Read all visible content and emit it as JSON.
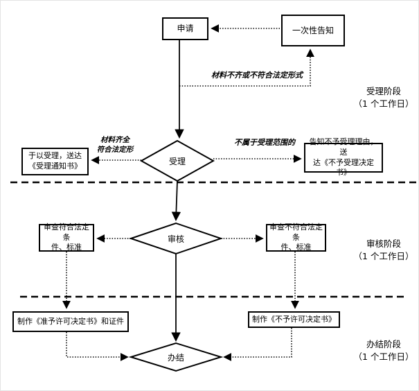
{
  "diagram": {
    "nodes": {
      "apply": {
        "label": "申请"
      },
      "one_time_notice": {
        "label": "一次性告知"
      },
      "accept": {
        "label": "受理"
      },
      "accept_grant": {
        "label": "于以受理，送达\n《受理通知书》"
      },
      "accept_reject": {
        "label": "告知不予受理理由，送\n达《不予受理决定书》"
      },
      "review": {
        "label": "审核"
      },
      "review_pass": {
        "label": "审查符合法定条\n件、标准"
      },
      "review_fail": {
        "label": "审查不符合法定条\n件、标准"
      },
      "make_permit": {
        "label": "制作《准予许可决定书》和证件"
      },
      "make_denial": {
        "label": "制作《不予许可决定书》"
      },
      "finish": {
        "label": "办结"
      }
    },
    "edge_labels": {
      "materials_incomplete": "材料不齐或不符合法定形式",
      "materials_complete": "材料齐全\n符合法定形",
      "out_of_scope": "不属于受理范围的"
    },
    "stages": {
      "accept_stage": "受理阶段\n（1 个工作日）",
      "review_stage": "审核阶段\n（1 个工作日）",
      "finish_stage": "办结阶段\n（1 个工作日）"
    },
    "colors": {
      "line": "#000000",
      "background": "#ffffff",
      "node_fill": "#ffffff"
    }
  }
}
